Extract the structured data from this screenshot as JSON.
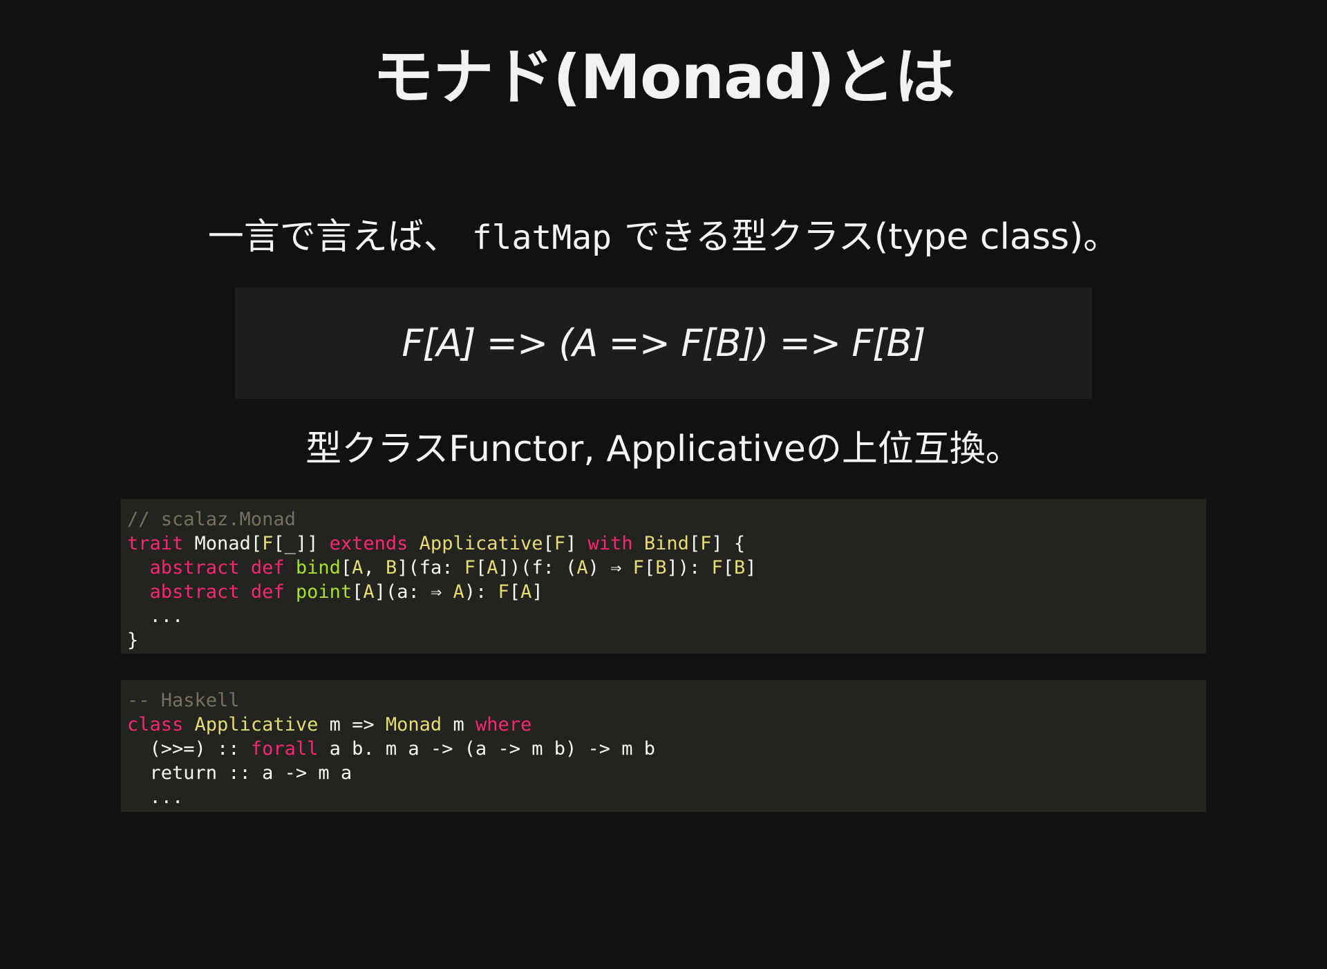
{
  "slide": {
    "title": "モナド(Monad)とは",
    "lead_before": "一言で言えば、",
    "lead_code": "flatMap",
    "lead_after": "できる型クラス(type class)。",
    "formula": "F[A] => (A => F[B]) => F[B]",
    "subtext": "型クラスFunctor, Applicativeの上位互換。"
  },
  "code_scala": {
    "comment": "// scalaz.Monad",
    "l1_kw": "trait",
    "l1_name": " Monad[",
    "l1_F": "F",
    "l1_rest": "[_]] ",
    "l1_extends": "extends",
    "l1_app": " Applicative",
    "l1_b1": "[",
    "l1_F2": "F",
    "l1_b2": "] ",
    "l1_with": "with",
    "l1_bind": " Bind",
    "l1_b3": "[",
    "l1_F3": "F",
    "l1_b4": "] {",
    "l2_indent": "  ",
    "l2_abstract": "abstract",
    "l2_sp": " ",
    "l2_def": "def",
    "l2_sp2": " ",
    "l2_bind": "bind",
    "l2_p1": "[",
    "l2_A": "A",
    "l2_p2": ", ",
    "l2_B": "B",
    "l2_p3": "](fa: ",
    "l2_FA_F": "F",
    "l2_p4": "[",
    "l2_FA_A": "A",
    "l2_p5": "])(f: (",
    "l2_A2": "A",
    "l2_p6": ") ⇒ ",
    "l2_FB_F": "F",
    "l2_p7": "[",
    "l2_FB_B": "B",
    "l2_p8": "]): ",
    "l2_R_F": "F",
    "l2_p9": "[",
    "l2_R_B": "B",
    "l2_p10": "]",
    "l3_indent": "  ",
    "l3_abstract": "abstract",
    "l3_sp": " ",
    "l3_def": "def",
    "l3_sp2": " ",
    "l3_point": "point",
    "l3_p1": "[",
    "l3_A": "A",
    "l3_p2": "](a: ⇒ ",
    "l3_A2": "A",
    "l3_p3": "): ",
    "l3_F": "F",
    "l3_p4": "[",
    "l3_A3": "A",
    "l3_p5": "]",
    "l4": "  ...",
    "l5": "}"
  },
  "code_haskell": {
    "comment": "-- Haskell",
    "l1_class": "class",
    "l1_app": " Applicative",
    "l1_m": " m => ",
    "l1_monad": "Monad",
    "l1_m2": " m ",
    "l1_where": "where",
    "l2_a": "  (>>=) :: ",
    "l2_forall": "forall",
    "l2_b": " a b. m a -> (a -> m b) -> m b",
    "l3": "  return :: a -> m a",
    "l4": "  ..."
  },
  "colors": {
    "background": "#111111",
    "code_background": "#232420",
    "formula_background": "#1d1d1d",
    "keyword": "#f92672",
    "type": "#e6db74",
    "function": "#a6e22e",
    "comment": "#75715e"
  }
}
